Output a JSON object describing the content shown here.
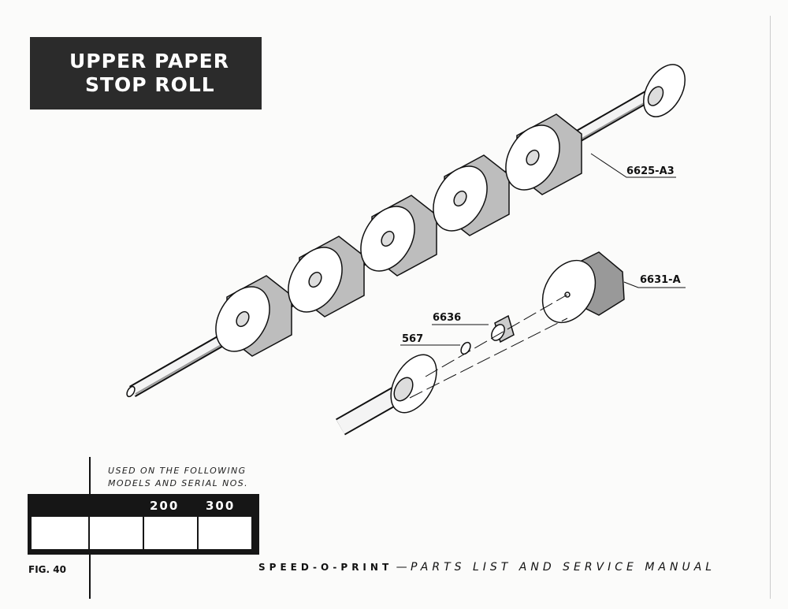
{
  "title": {
    "line1": "UPPER PAPER",
    "line2": "STOP ROLL"
  },
  "part_labels": {
    "shaft": "6625-A3",
    "hub": "6631-A",
    "bushing": "6636",
    "clip": "567"
  },
  "used_on": {
    "line1": "USED ON THE FOLLOWING",
    "line2": "MODELS AND SERIAL NOS."
  },
  "models_table": {
    "headers": [
      "",
      "",
      "200",
      "300"
    ],
    "cells": [
      "",
      "",
      "",
      ""
    ]
  },
  "figure": "FIG. 40",
  "footer": {
    "brand": "SPEED-O-PRINT",
    "dash": "—",
    "manual": "PARTS LIST AND SERVICE MANUAL"
  }
}
